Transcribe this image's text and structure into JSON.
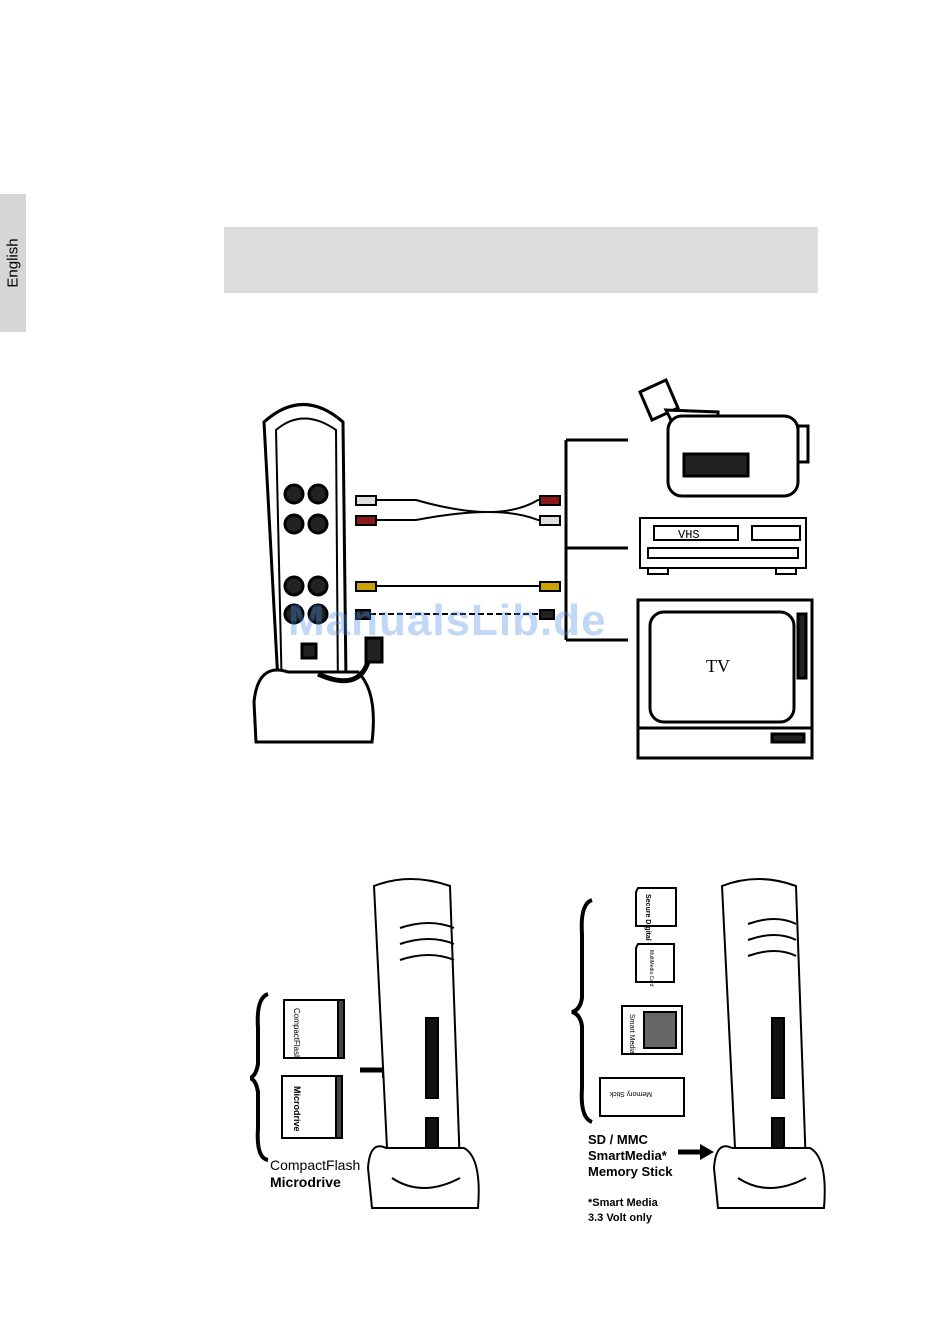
{
  "side_tab": {
    "label": "English"
  },
  "watermark": "ManualsLib.de",
  "connection_figure": {
    "vhs_label": "VHS",
    "tv_label": "TV"
  },
  "card_figure_left": {
    "card1_text": "CompactFlash",
    "card2_text": "Microdrive",
    "caption_line1": "CompactFlash",
    "caption_line2": "Microdrive"
  },
  "card_figure_right": {
    "sd_card_text": "Secure Digital Card",
    "mmc_card_text": "MultiMedia Card",
    "smartmedia_text": "Smart Media",
    "memorystick_text": "Memory Stick",
    "caption_line1": "SD / MMC",
    "caption_line2": "SmartMedia*",
    "caption_line3": "Memory Stick",
    "note_line1": "*Smart Media",
    "note_line2": "3.3 Volt only"
  }
}
